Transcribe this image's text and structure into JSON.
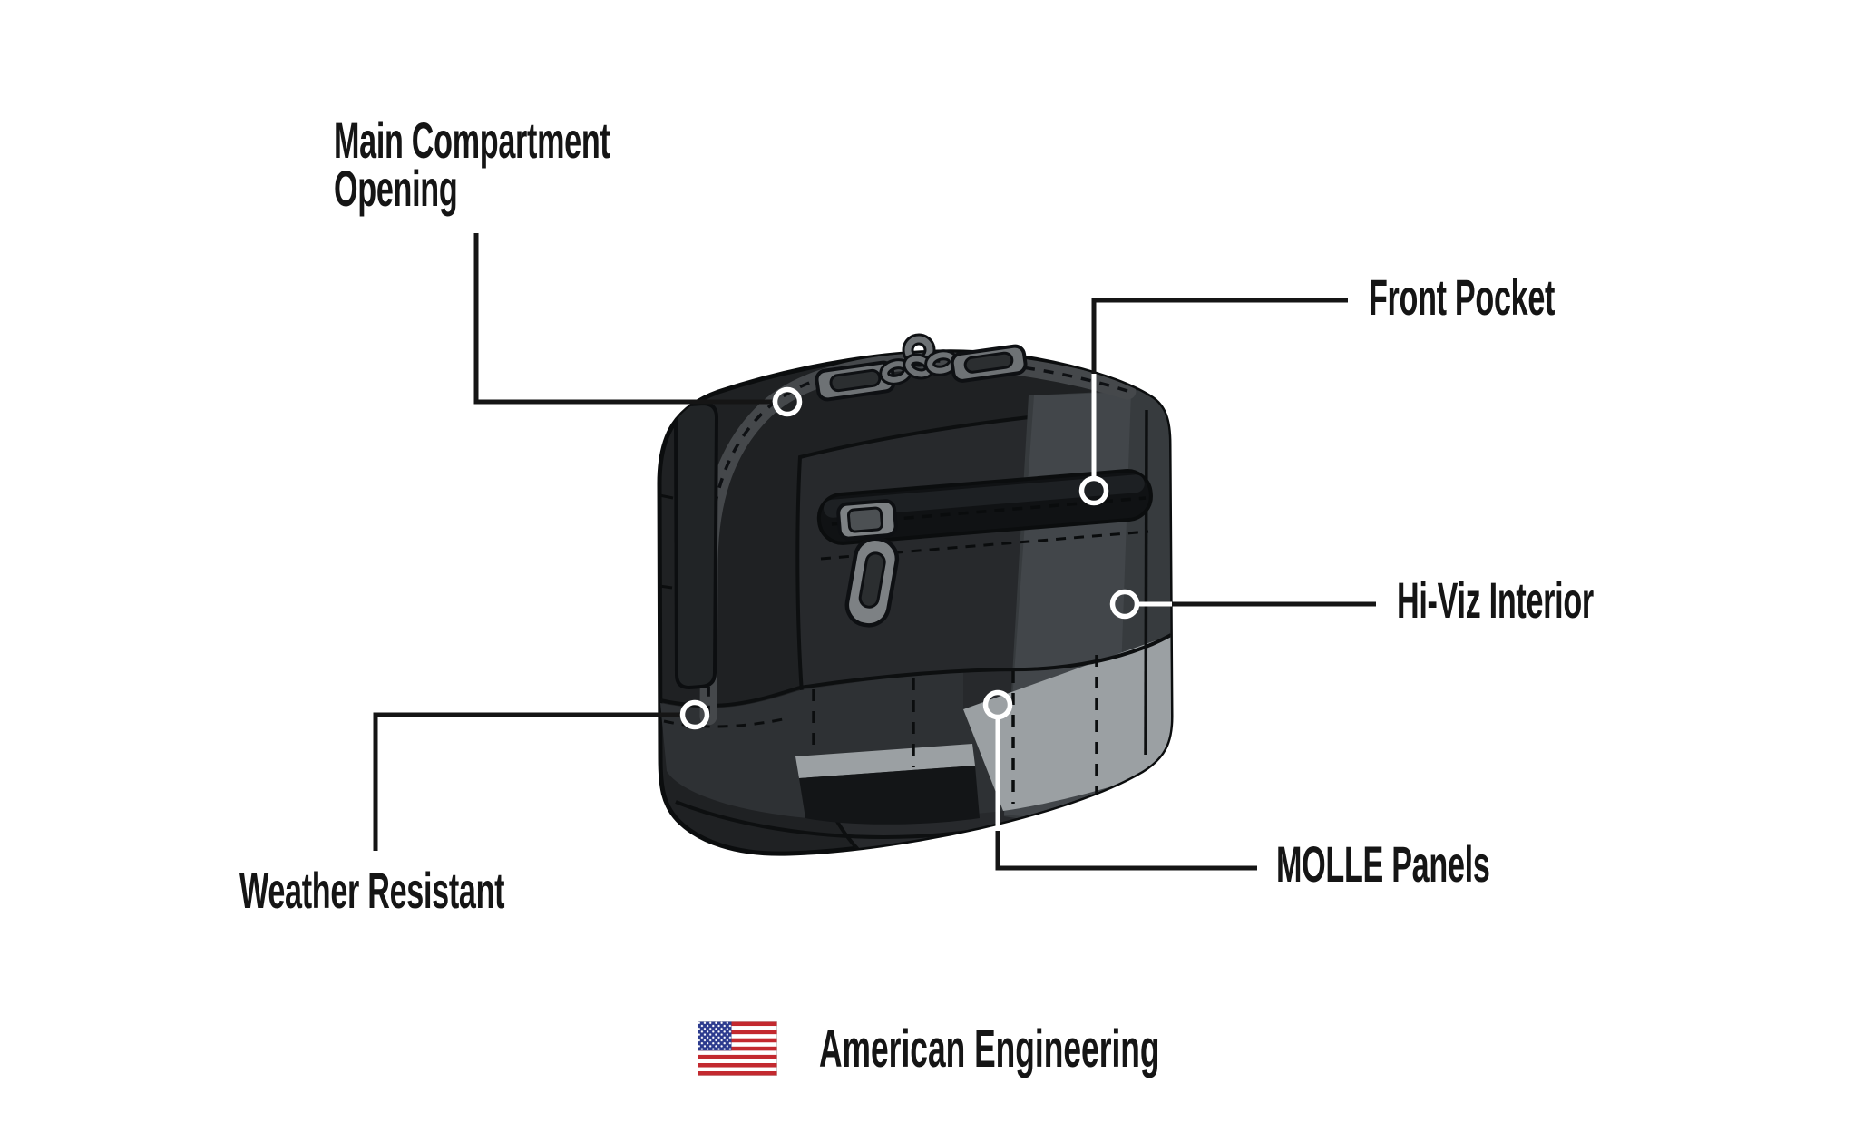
{
  "labels": {
    "main_compartment": {
      "line1": "Main Compartment",
      "line2": "Opening"
    },
    "front_pocket": "Front Pocket",
    "hi_viz_interior": "Hi-Viz Interior",
    "weather_resistant": "Weather Resistant",
    "molle_panels": "MOLLE Panels"
  },
  "footer": {
    "text": "American Engineering",
    "flag_icon": "us-flag-icon"
  },
  "colors": {
    "label_text": "#151515",
    "leader_line_black": "#151515",
    "leader_line_white": "#ffffff",
    "marker_ring": "#ffffff",
    "bag_body": "#1f2123",
    "bag_front_panel": "#27292c",
    "hi_viz_gray": "#9ba0a3",
    "hardware_gray": "#6e7275",
    "flag_red": "#c3292f",
    "flag_blue": "#2c3b8e"
  }
}
